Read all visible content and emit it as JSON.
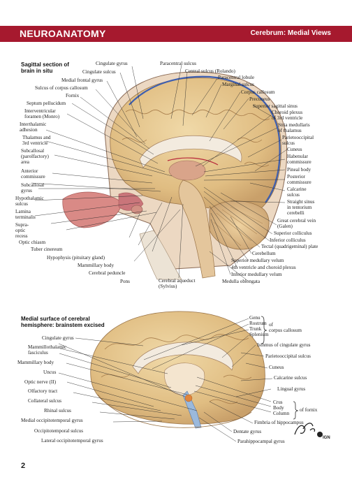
{
  "header": {
    "title": "NEUROANATOMY",
    "subtitle": "Cerebrum: Medial Views",
    "bar_color": "#a6192e"
  },
  "figure1": {
    "title_line1": "Sagittal section of",
    "title_line2": "brain in situ",
    "labels_left": [
      "Cingulate gyrus",
      "Cingulate sulcus",
      "Medial frontal gyrus",
      "Sulcus of corpus callosum",
      "Fornix",
      "Septum pellucidum",
      "Interventricular",
      "foramen (Monro)",
      "Interthalamic",
      "adhesion",
      "Thalamus and",
      "3rd ventricle",
      "Subcallosal",
      "(parolfactory)",
      "area",
      "Anterior",
      "commissure",
      "Subcallosal",
      "gyrus",
      "Hypothalamic",
      "sulcus",
      "Lamina",
      "terminalis",
      "Supra-",
      "optic",
      "recess",
      "Optic chiasm",
      "Tuber cinereum",
      "Hypophysis (pituitary gland)",
      "Mammillary body",
      "Cerebral peduncle",
      "Pons",
      "Cerebral aqueduct",
      "(Sylvius)"
    ],
    "labels_right": [
      "Paracentral sulcus",
      "Central sulcus (Rolando)",
      "Paracentral lobule",
      "Marginal sulcus",
      "Corpus callosum",
      "Precuneus",
      "Superior sagittal sinus",
      "Choroid plexus",
      "of 3rd ventricle",
      "Stria medullaris",
      "of thalamus",
      "Parietooccipital",
      "sulcus",
      "Cuneus",
      "Habenular",
      "commissure",
      "Pineal body",
      "Posterior",
      "commissure",
      "Calcarine",
      "sulcus",
      "Straight sinus",
      "in tentorium",
      "cerebelli",
      "Great cerebral vein",
      "(Galen)",
      "Superior colliculus",
      "Inferior colliculus",
      "Tectal (quadrigeminal) plate",
      "Cerebellum",
      "Superior medullary velum",
      "4th ventricle and choroid plexus",
      "Inferior medullary velum",
      "Medulla oblongata"
    ]
  },
  "figure2": {
    "title_line1": "Medial surface of cerebral",
    "title_line2": "hemisphere: brainstem excised",
    "labels_left": [
      "Cingulate gyrus",
      "Mammillothalamic",
      "fasciculus",
      "Mammillary body",
      "Uncus",
      "Optic nerve (II)",
      "Olfactory tract",
      "Collateral sulcus",
      "Rhinal sulcus",
      "Medial occipitotemporal gyrus",
      "Occipitotemporal sulcus",
      "Lateral occipitotemporal gyrus"
    ],
    "labels_right": [
      "Genu",
      "Rostrum",
      "Trunk",
      "Splenium",
      "of",
      "corpus callosum",
      "Isthmus of cingulate gyrus",
      "Parietooccipital sulcus",
      "Cuneus",
      "Calcarine sulcus",
      "Lingual gyrus",
      "Crus",
      "Body",
      "Column",
      "of fornix",
      "Fimbria of hippocampus",
      "Dentate gyrus",
      "Parahippocampal gyrus"
    ]
  },
  "logo_text": "IGN",
  "page_number": "2"
}
